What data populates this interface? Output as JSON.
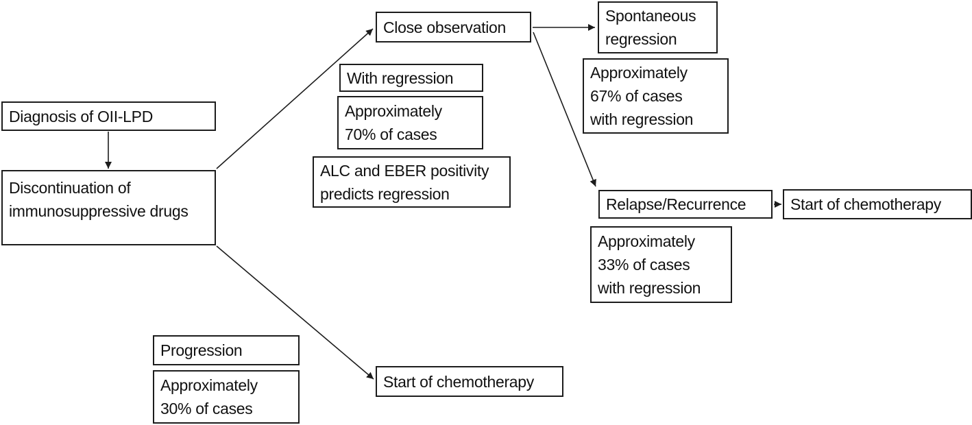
{
  "diagram": {
    "nodes": {
      "diagnosis": {
        "label": "Diagnosis of OII-LPD"
      },
      "discontinuation": {
        "label": "Discontinuation of\nimmunosuppressive drugs"
      },
      "close_observation": {
        "label": "Close observation"
      },
      "with_regression": {
        "label": "With regression"
      },
      "approx_70": {
        "label": "Approximately\n70% of cases"
      },
      "alc_eber": {
        "label": "ALC and EBER positivity\npredicts regression"
      },
      "spontaneous_regression": {
        "label": "Spontaneous\nregression"
      },
      "approx_67": {
        "label": "Approximately\n67% of cases\nwith regression"
      },
      "relapse_recurrence": {
        "label": "Relapse/Recurrence"
      },
      "start_chemotherapy_upper": {
        "label": "Start of chemotherapy"
      },
      "approx_33": {
        "label": "Approximately\n33% of cases\nwith regression"
      },
      "progression": {
        "label": "Progression"
      },
      "approx_30": {
        "label": "Approximately\n30% of cases"
      },
      "start_chemotherapy_lower": {
        "label": "Start of chemotherapy"
      }
    },
    "edges": [
      {
        "from": "diagnosis",
        "to": "discontinuation"
      },
      {
        "from": "discontinuation",
        "to": "close_observation"
      },
      {
        "from": "close_observation",
        "to": "spontaneous_regression"
      },
      {
        "from": "close_observation",
        "to": "relapse_recurrence"
      },
      {
        "from": "relapse_recurrence",
        "to": "start_chemotherapy_upper"
      },
      {
        "from": "discontinuation",
        "to": "start_chemotherapy_lower"
      }
    ],
    "colors": {
      "background": "#ffffff",
      "box_fill": "#ffffff",
      "box_border": "#1c1c1c",
      "text": "#111111",
      "arrow": "#1c1c1c"
    }
  }
}
